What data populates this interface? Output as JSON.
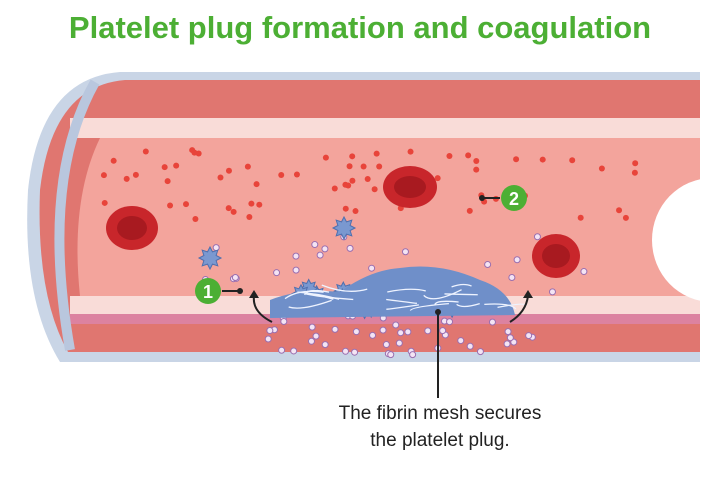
{
  "title": "Platelet plug formation and coagulation",
  "caption_line1": "The fibrin mesh secures",
  "caption_line2": "the platelet plug.",
  "markers": [
    {
      "label": "1"
    },
    {
      "label": "2"
    }
  ],
  "colors": {
    "title": "#4caf34",
    "marker": "#4caf34",
    "lumen": "#f3a49c",
    "wall": "#d9645f",
    "platelet": "#6f8fc9"
  }
}
